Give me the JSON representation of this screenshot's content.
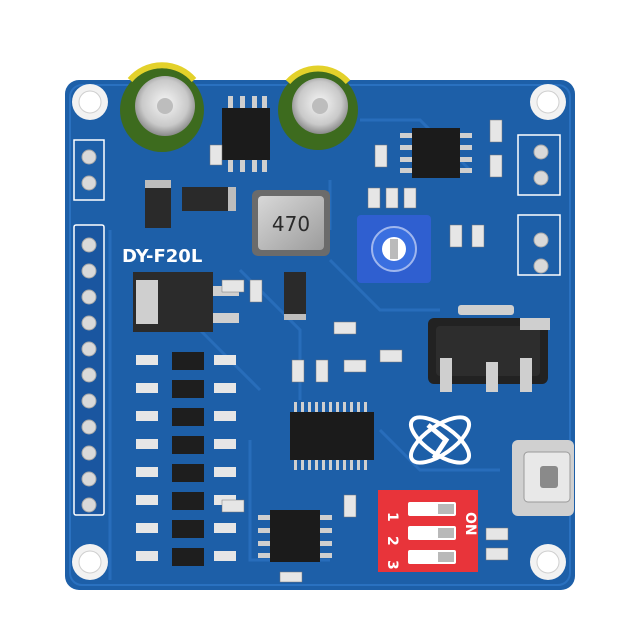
{
  "board": {
    "model_label": "DY-F20L",
    "inductor_marking": "470",
    "dip_switch": {
      "on_label": "ON",
      "positions": [
        "1",
        "2",
        "3"
      ]
    },
    "colors": {
      "pcb": "#1d5fa8",
      "pcb_dark": "#134a8a",
      "dip_switch": "#e8343a",
      "potentiometer": "#2f5fd0",
      "capacitor_sleeve": "#3d6b1e"
    }
  }
}
